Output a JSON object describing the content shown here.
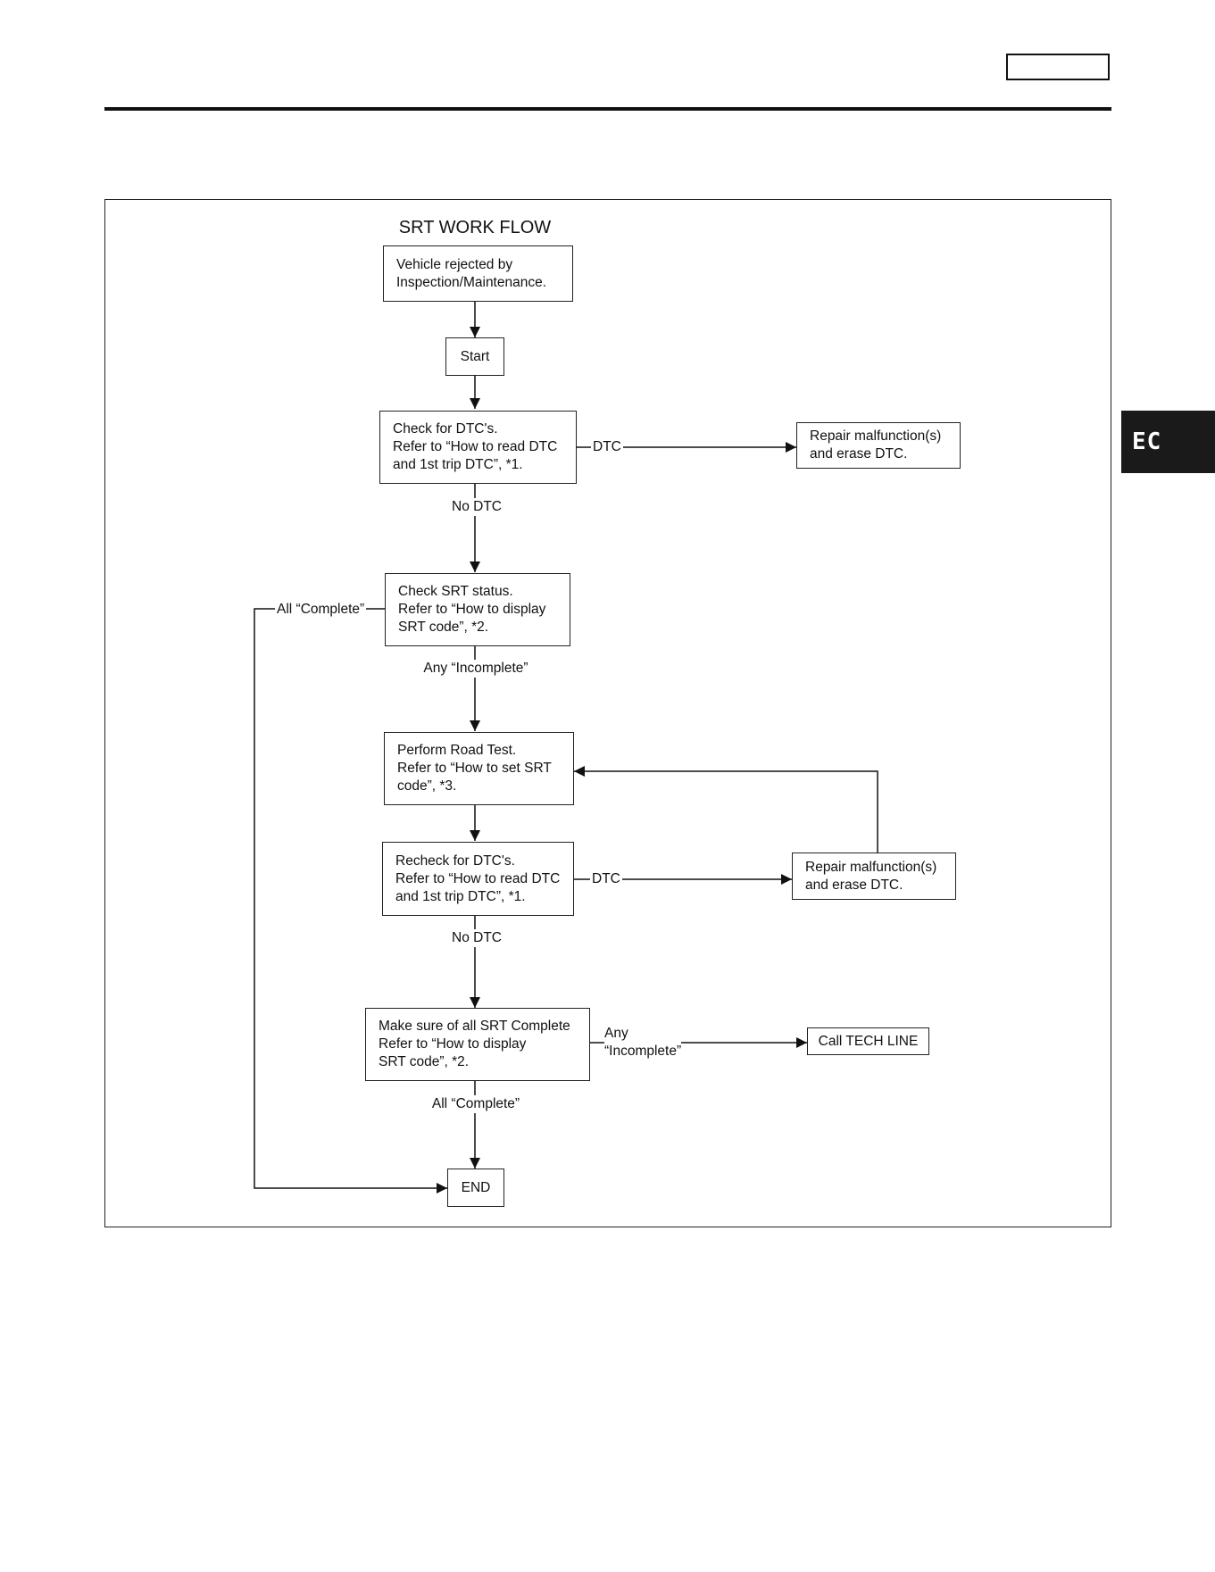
{
  "section_tab": "EC",
  "title": "SRT WORK FLOW",
  "nodes": {
    "vehicle_rejected": [
      "Vehicle rejected by",
      "Inspection/Maintenance."
    ],
    "start": "Start",
    "check_dtc": [
      "Check for DTC's.",
      "Refer to “How to read DTC",
      "and 1st trip DTC”, *1."
    ],
    "repair_1": [
      "Repair malfunction(s)",
      "and erase DTC."
    ],
    "check_srt": [
      "Check SRT status.",
      "Refer to “How to display",
      "SRT code”, *2."
    ],
    "road_test": [
      "Perform Road Test.",
      "Refer to “How to set SRT",
      "code”, *3."
    ],
    "recheck_dtc": [
      "Recheck for DTC's.",
      "Refer to “How to read DTC",
      "and 1st trip DTC”, *1."
    ],
    "repair_2": [
      "Repair malfunction(s)",
      "and erase DTC."
    ],
    "make_sure": [
      "Make sure of all SRT Complete",
      "Refer to “How to display",
      "SRT code”, *2."
    ],
    "call_tech": "Call TECH LINE",
    "end": "END"
  },
  "edge_labels": {
    "dtc_1": "DTC",
    "no_dtc_1": "No DTC",
    "all_complete_1": "All “Complete”",
    "any_incomplete_1": "Any “Incomplete”",
    "dtc_2": "DTC",
    "no_dtc_2": "No DTC",
    "any_incomplete_2": [
      "Any",
      "“Incomplete”"
    ],
    "all_complete_2": "All “Complete”"
  }
}
